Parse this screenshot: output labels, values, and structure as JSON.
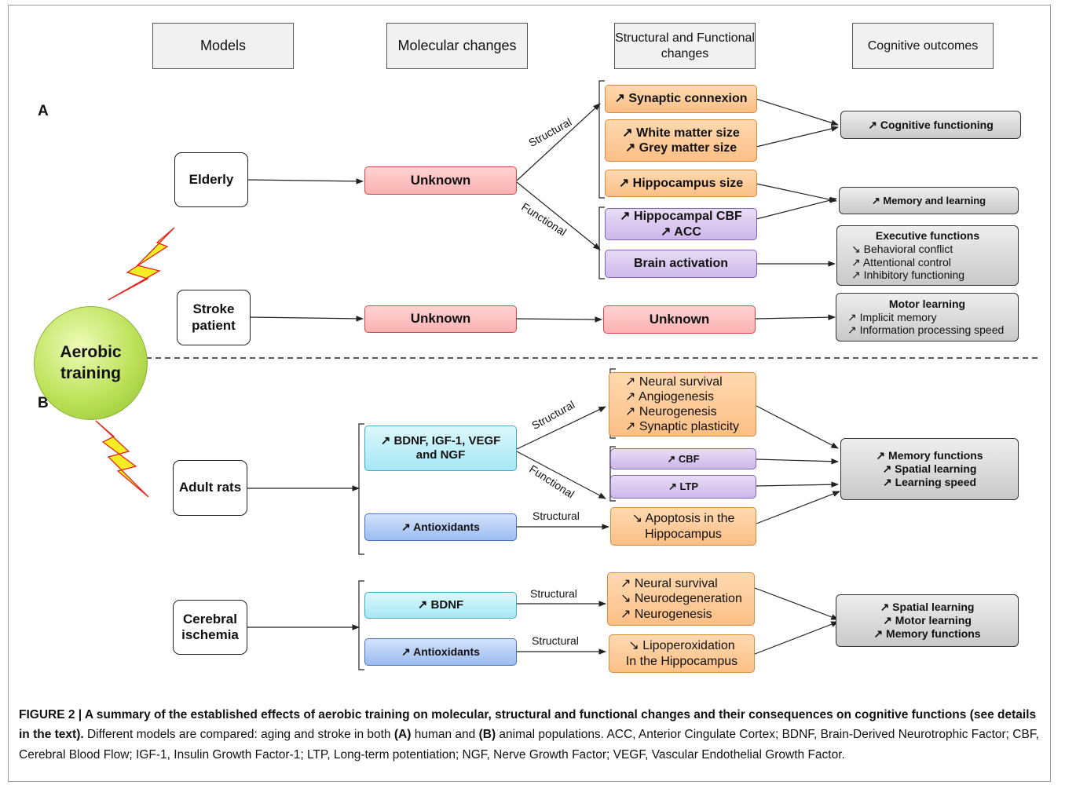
{
  "headers": {
    "models": "Models",
    "molecular": "Molecular changes",
    "structural": "Structural and Functional changes",
    "cognitive": "Cognitive outcomes"
  },
  "panel_labels": {
    "a": "A",
    "b": "B"
  },
  "center": {
    "line1": "Aerobic",
    "line2": "training"
  },
  "models": {
    "elderly": "Elderly",
    "stroke_l1": "Stroke",
    "stroke_l2": "patient",
    "rats": "Adult rats",
    "ischemia_l1": "Cerebral",
    "ischemia_l2": "ischemia"
  },
  "branch_labels": {
    "structural": "Structural",
    "functional": "Functional"
  },
  "molecular": {
    "elderly": "Unknown",
    "stroke": "Unknown",
    "rats_l1": "↗ BDNF, IGF-1, VEGF",
    "rats_l2": "and NGF",
    "rats_antiox": "↗ Antioxidants",
    "isch_bdnf": "↗ BDNF",
    "isch_antiox": "↗ Antioxidants"
  },
  "structural_changes": {
    "synaptic": "↗ Synaptic connexion",
    "white": "↗ White matter size",
    "grey": "↗ Grey matter size",
    "hippo": "↗ Hippocampus size",
    "cbf_h": "↗ Hippocampal CBF",
    "acc": "↗ ACC",
    "brain": "Brain activation",
    "stroke_unknown": "Unknown",
    "rats_neural": "↗ Neural survival",
    "rats_angio": "↗ Angiogenesis",
    "rats_neuro": "↗ Neurogenesis",
    "rats_synaptic": "↗ Synaptic plasticity",
    "rats_cbf": "↗ CBF",
    "rats_ltp": "↗ LTP",
    "rats_apop_l1": "↘ Apoptosis in the",
    "rats_apop_l2": "Hippocampus",
    "isch_neural": "↗ Neural survival",
    "isch_degen": "↘ Neurodegeneration",
    "isch_neuro": "↗ Neurogenesis",
    "isch_lipo_l1": "↘ Lipoperoxidation",
    "isch_lipo_l2": "In the Hippocampus"
  },
  "outcomes": {
    "cognitive": "↗ Cognitive functioning",
    "memory": "↗ Memory and learning",
    "exec_title": "Executive functions",
    "exec_1": "↘ Behavioral conflict",
    "exec_2": "↗ Attentional control",
    "exec_3": "↗ Inhibitory functioning",
    "motor_title": "Motor learning",
    "motor_1": "↗ Implicit memory",
    "motor_2": "↗ Information processing speed",
    "rats_1": "↗ Memory functions",
    "rats_2": "↗ Spatial learning",
    "rats_3": "↗ Learning speed",
    "isch_1": "↗ Spatial learning",
    "isch_2": "↗ Motor learning",
    "isch_3": "↗ Memory functions"
  },
  "caption": {
    "bold": "FIGURE 2 | A summary of the established effects of aerobic training on molecular, structural and functional changes and their consequences on cognitive functions (see details in the text).",
    "text1": " Different models are compared: aging and stroke in both ",
    "a": "(A)",
    "text2": " human and ",
    "b": "(B)",
    "text3": " animal populations. ACC, Anterior Cingulate Cortex; BDNF, Brain-Derived Neurotrophic Factor; CBF, Cerebral Blood Flow; IGF-1, Insulin Growth Factor-1; LTP, Long-term potentiation; NGF, Nerve Growth Factor; VEGF, Vascular Endothelial Growth Factor."
  }
}
